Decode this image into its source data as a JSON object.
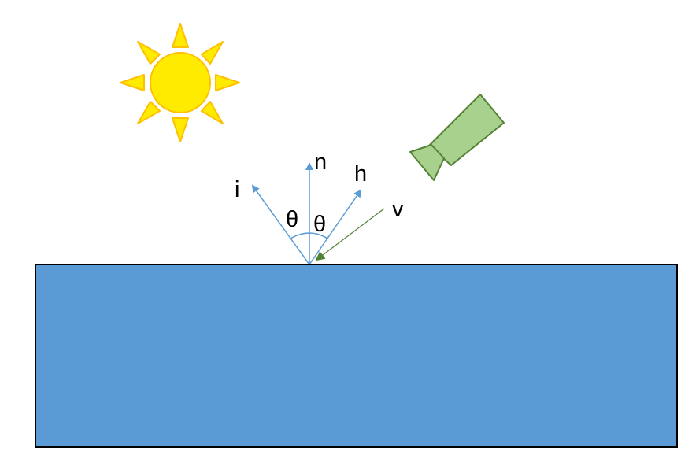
{
  "labels": {
    "incident": "i",
    "normal": "n",
    "half_vector": "h",
    "view": "v",
    "angle_left": "θ",
    "angle_right": "θ"
  },
  "colors": {
    "surface_fill": "#5B9BD5",
    "surface_border": "#000000",
    "vector_blue": "#5B9BD5",
    "view_green": "#548235",
    "sun_fill": "#FFEB00",
    "sun_stroke": "#FFC000",
    "camera_fill": "#A9D18E",
    "camera_stroke": "#548235"
  },
  "icons": {
    "sun": "sun-icon",
    "camera": "camera-icon"
  }
}
